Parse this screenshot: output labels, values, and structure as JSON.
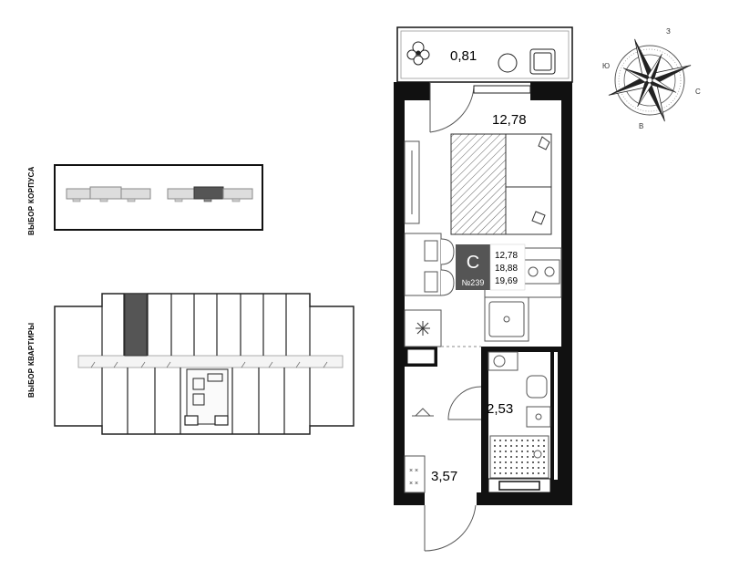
{
  "left_panel": {
    "building_select_label": "ВЫБОР КОРПУСА",
    "apartment_select_label": "ВЫБОР КВАРТИРЫ"
  },
  "plan": {
    "rooms": {
      "balcony_area": "0,81",
      "living_area": "12,78",
      "bathroom_area": "2,53",
      "hall_area": "3,57"
    },
    "card": {
      "type_letter": "С",
      "number": "№239",
      "living": "12,78",
      "total": "18,88",
      "total_with_balcony": "19,69"
    }
  },
  "compass": {
    "north_letter": "З",
    "east_letter": "С",
    "south_letter": "В",
    "west_letter": "Ю"
  },
  "colors": {
    "wall": "#111111",
    "selected": "#555555",
    "building_fill": "#d9d9d9",
    "building_stroke": "#777777"
  }
}
